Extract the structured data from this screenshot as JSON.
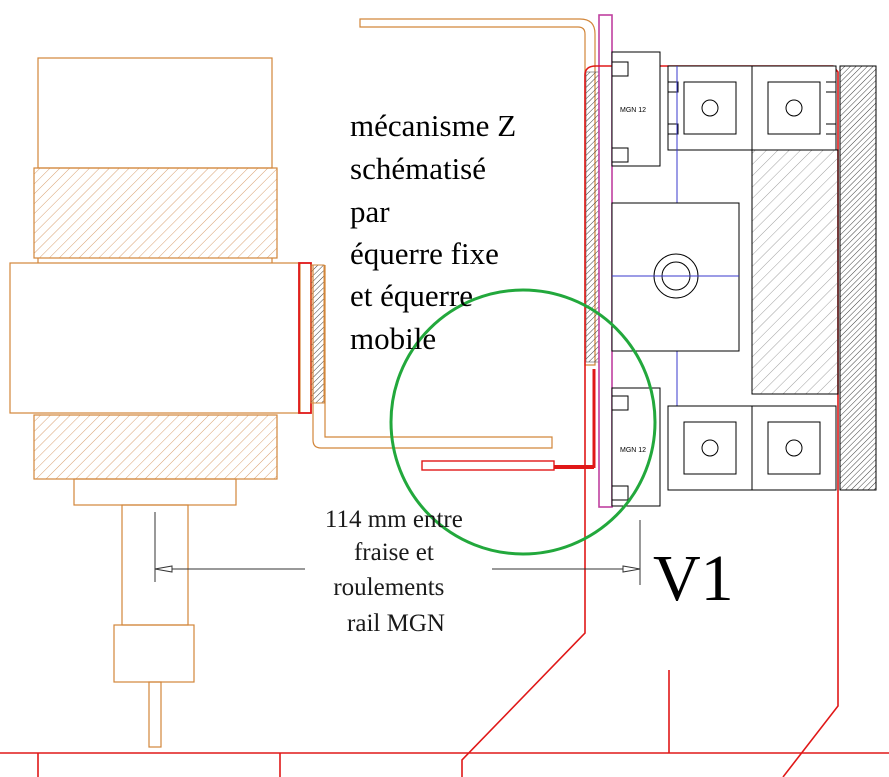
{
  "annotation": {
    "lines": [
      "mécanisme Z",
      "schématisé",
      "par",
      "équerre fixe",
      "et équerre",
      "mobile"
    ]
  },
  "dimension": {
    "lines": [
      "114 mm entre",
      "fraise et",
      "roulements",
      "rail MGN"
    ]
  },
  "view_label": "V1",
  "rail_labels": [
    "MGN 12",
    "MGN 12"
  ],
  "colors": {
    "spindle": "#d2863a",
    "frame": "#e01818",
    "highlight_circle": "#22a83c",
    "plate": "#c040a0",
    "profile": "#000000",
    "hatch": "#999999",
    "blue_line": "#3a3acc",
    "dimension": "#333333"
  }
}
